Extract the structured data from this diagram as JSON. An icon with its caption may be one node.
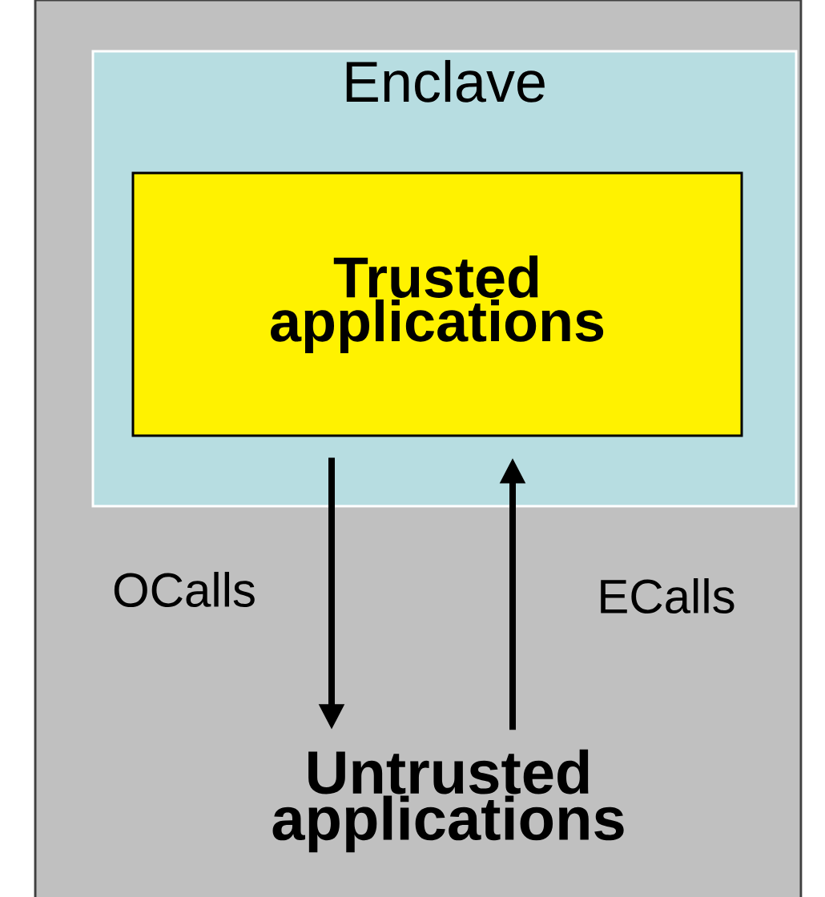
{
  "diagram": {
    "nodes": [
      {
        "text": [],
        "shape": "box"
      },
      {
        "text": [
          "Enclave"
        ],
        "in": 0
      },
      {
        "text": [
          "Trusted applications"
        ],
        "in": 1
      },
      {
        "text": [
          "Untrusted applications"
        ],
        "in": 0
      }
    ],
    "edges": [
      {
        "from": 2,
        "to": 3,
        "arrow": "to",
        "label": "OCalls"
      },
      {
        "from": 3,
        "to": 2,
        "arrow": "to",
        "label": "ECalls"
      }
    ]
  }
}
